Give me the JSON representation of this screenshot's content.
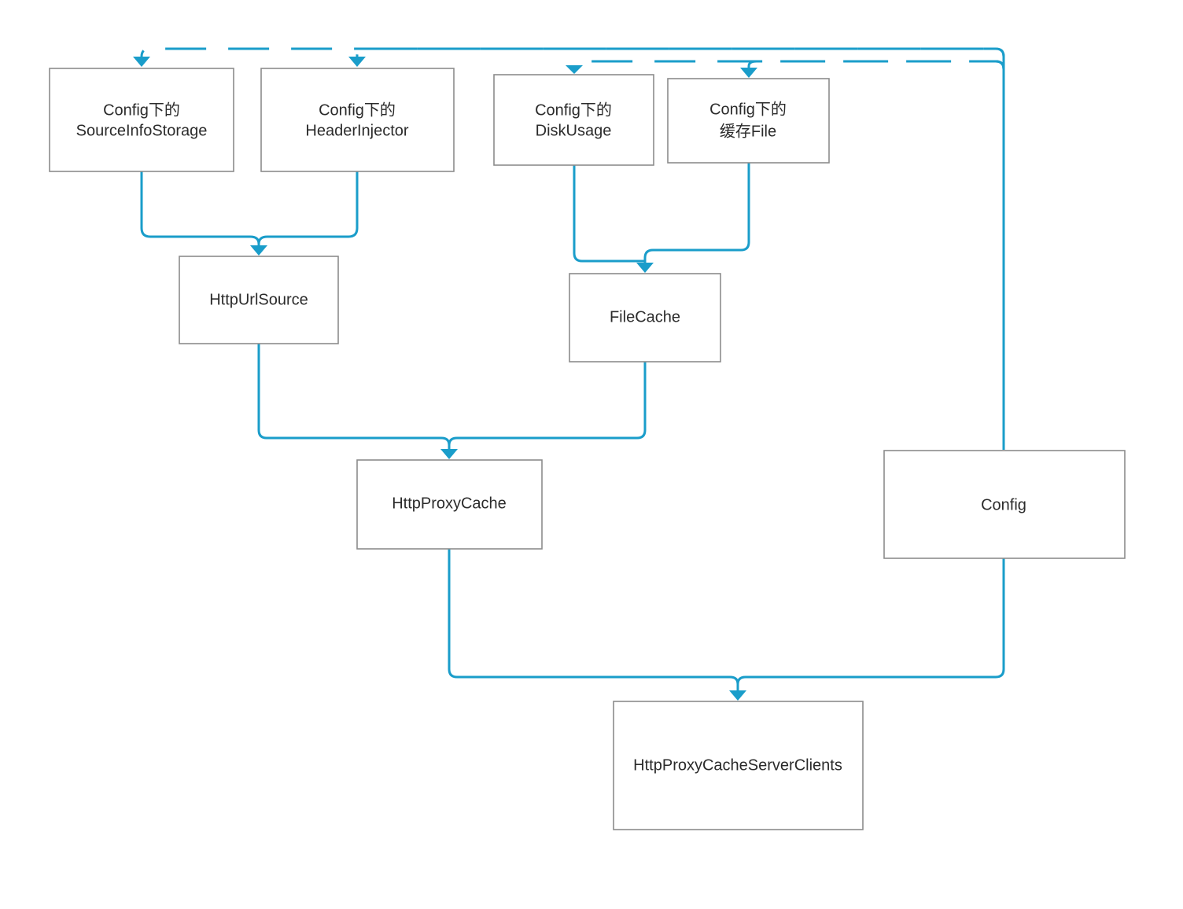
{
  "diagram": {
    "colors": {
      "edge": "#1a9dca",
      "box_border": "#8c8c8c",
      "box_fill": "#ffffff",
      "text": "#2b2b2b"
    },
    "nodes": {
      "config_source_info_storage": {
        "line1": "Config下的",
        "line2": "SourceInfoStorage"
      },
      "config_header_injector": {
        "line1": "Config下的",
        "line2": "HeaderInjector"
      },
      "config_disk_usage": {
        "line1": "Config下的",
        "line2": "DiskUsage"
      },
      "config_cache_file": {
        "line1": "Config下的",
        "line2": "缓存File"
      },
      "http_url_source": {
        "label": "HttpUrlSource"
      },
      "file_cache": {
        "label": "FileCache"
      },
      "http_proxy_cache": {
        "label": "HttpProxyCache"
      },
      "config": {
        "label": "Config"
      },
      "http_proxy_cache_server_clients": {
        "label": "HttpProxyCacheServerClients"
      }
    },
    "edges": [
      {
        "from": "config_source_info_storage",
        "to": "http_url_source",
        "style": "solid"
      },
      {
        "from": "config_header_injector",
        "to": "http_url_source",
        "style": "solid"
      },
      {
        "from": "config_disk_usage",
        "to": "file_cache",
        "style": "solid"
      },
      {
        "from": "config_cache_file",
        "to": "file_cache",
        "style": "solid"
      },
      {
        "from": "http_url_source",
        "to": "http_proxy_cache",
        "style": "solid"
      },
      {
        "from": "file_cache",
        "to": "http_proxy_cache",
        "style": "solid"
      },
      {
        "from": "http_proxy_cache",
        "to": "http_proxy_cache_server_clients",
        "style": "solid"
      },
      {
        "from": "config",
        "to": "http_proxy_cache_server_clients",
        "style": "solid"
      },
      {
        "from": "config",
        "to": "config_source_info_storage",
        "style": "dashed"
      },
      {
        "from": "config",
        "to": "config_header_injector",
        "style": "dashed"
      },
      {
        "from": "config",
        "to": "config_disk_usage",
        "style": "dashed"
      },
      {
        "from": "config",
        "to": "config_cache_file",
        "style": "dashed"
      }
    ]
  }
}
